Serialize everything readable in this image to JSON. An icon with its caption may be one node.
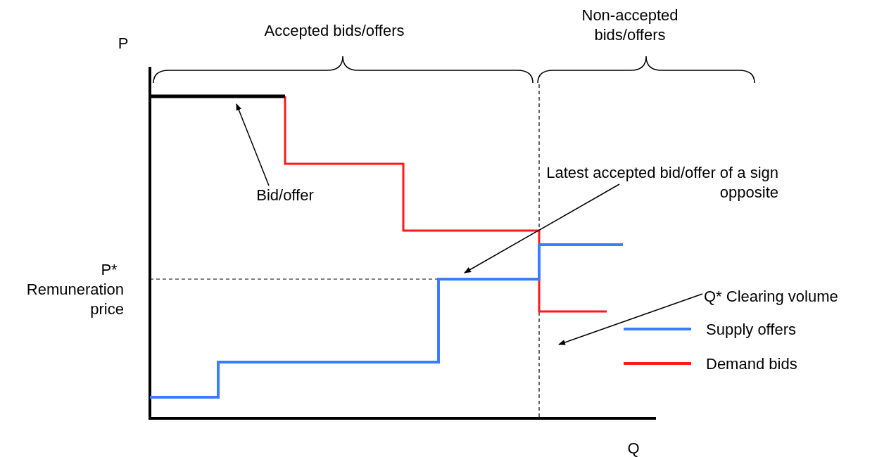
{
  "diagram": {
    "nodes": [
      {
        "text": [
          "Bid/offer"
        ]
      },
      {
        "text": [
          "Latest accepted bid/offer of a sign opposite"
        ]
      },
      {
        "text": [
          "Q* Clearing volume"
        ]
      }
    ],
    "edges": [
      {
        "from": 0,
        "to": null,
        "arrow": "to"
      },
      {
        "from": 1,
        "to": null,
        "arrow": "to"
      },
      {
        "from": 2,
        "to": null,
        "arrow": "to"
      }
    ],
    "labels": [
      "P",
      "Accepted bids/offers",
      "Non-accepted bids/offers",
      "P*",
      "Remuneration price",
      "Q"
    ],
    "legend": [
      {
        "text": "Supply offers"
      },
      {
        "text": "Demand bids"
      }
    ]
  }
}
